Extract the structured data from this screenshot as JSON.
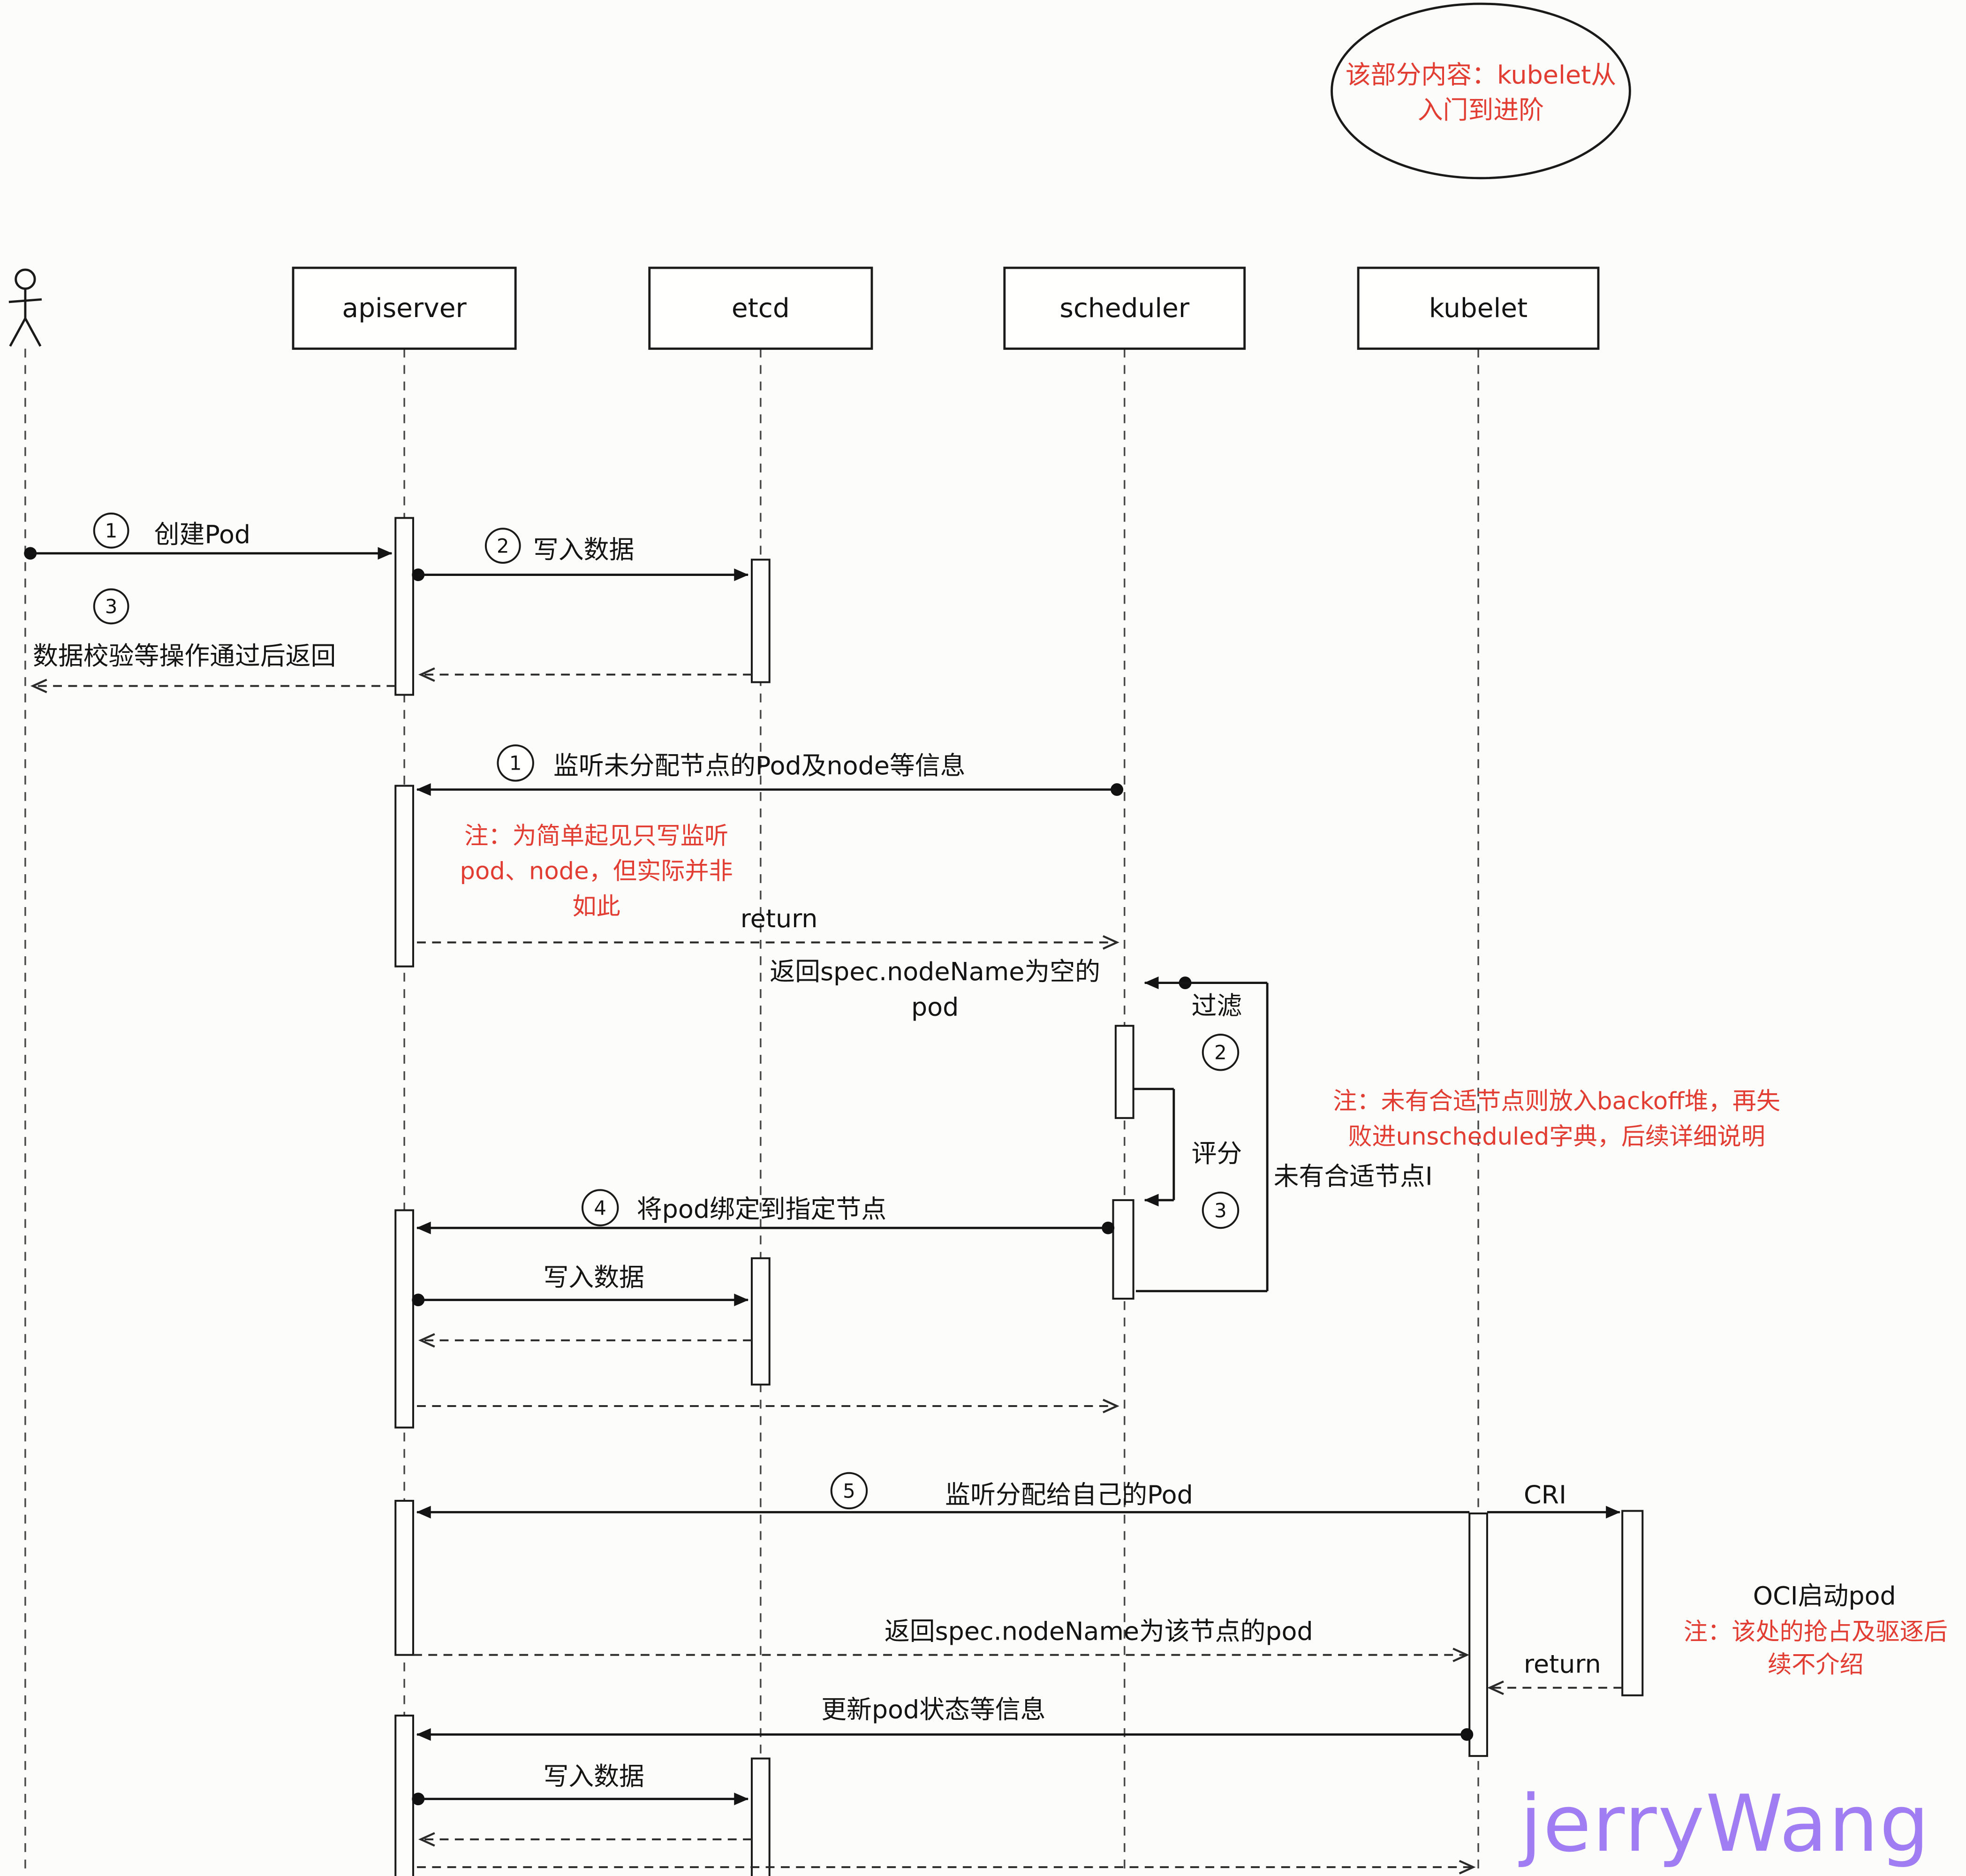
{
  "bubble": {
    "line1": "该部分内容：kubelet从",
    "line2": "入门到进阶"
  },
  "participants": {
    "apiserver": "apiserver",
    "etcd": "etcd",
    "scheduler": "scheduler",
    "kubelet": "kubelet"
  },
  "colors": {
    "note_red": "#e23d32",
    "watermark_purple": "#a07df2",
    "line_black": "#141414"
  },
  "m": {
    "create_pod": {
      "badge": "1",
      "label": "创建Pod"
    },
    "write1": {
      "badge": "2",
      "label": "写入数据"
    },
    "validate_return": {
      "badge": "3",
      "label": "数据校验等操作通过后返回"
    },
    "watch_unassigned": {
      "badge": "1",
      "label": "监听未分配节点的Pod及node等信息"
    },
    "note_watch": {
      "line1": "注：为简单起见只写监听",
      "line2": "pod、node，但实际并非",
      "line3": "如此"
    },
    "watch_return": "return",
    "reply_empty": {
      "line1": "返回spec.nodeName为空的",
      "line2": "pod"
    },
    "filter": {
      "badge": "2",
      "label": "过滤"
    },
    "score": {
      "badge": "3",
      "label": "评分"
    },
    "no_node": "未有合适节点I",
    "note_backoff": {
      "line1": "注：未有合适节点则放入backoff堆，再失",
      "line2": "败进unscheduled字典，后续详细说明"
    },
    "bind_pod": {
      "badge": "4",
      "label": "将pod绑定到指定节点"
    },
    "write2": "写入数据",
    "watch_own": {
      "badge": "5",
      "label": "监听分配给自己的Pod"
    },
    "cri": "CRI",
    "oci": "OCI启动pod",
    "note_oci": {
      "line1": "注：该处的抢占及驱逐后",
      "line2": "续不介绍"
    },
    "reply_node": "返回spec.nodeName为该节点的pod",
    "cri_return": "return",
    "update_status": "更新pod状态等信息",
    "write3": "写入数据"
  },
  "watermark": "jerryWang"
}
